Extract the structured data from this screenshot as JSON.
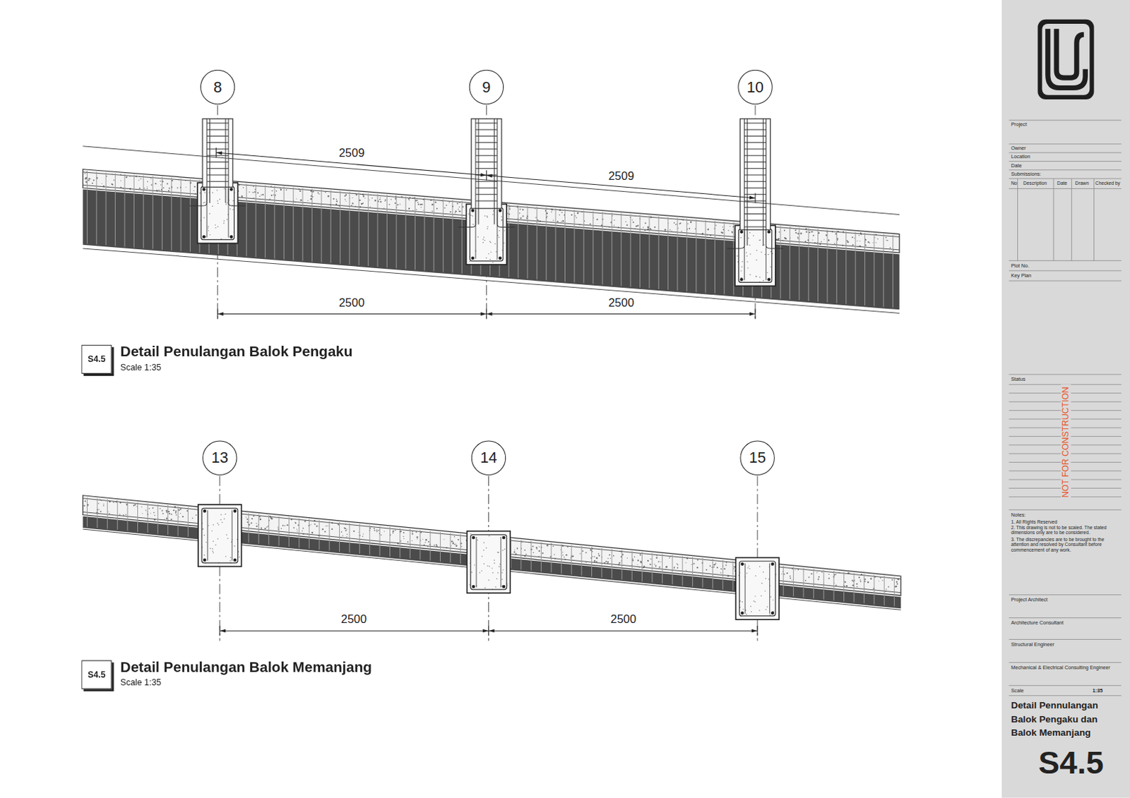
{
  "diagram": {
    "nodes": [
      {
        "text": [
          "8"
        ]
      },
      {
        "text": [
          "9"
        ]
      },
      {
        "text": [
          "10"
        ]
      },
      {
        "text": [
          "S4.5",
          "Detail Penulangan Balok Pengaku",
          "Scale 1:35"
        ]
      },
      {
        "text": [
          "13"
        ]
      },
      {
        "text": [
          "14"
        ]
      },
      {
        "text": [
          "15"
        ]
      },
      {
        "text": [
          "S4.5",
          "Detail Penulangan Balok Memanjang",
          "Scale 1:35"
        ]
      }
    ],
    "labels": [
      "2509",
      "2509",
      "2500",
      "2500",
      "2500",
      "2500",
      "Project",
      "Owner",
      "Location",
      "Date",
      "Submissions:",
      "No",
      "Description",
      "Date",
      "Drawn",
      "Checked by",
      "Plot No.",
      "Key Plan",
      "Status",
      "NOT FOR CONSTRUCTION",
      "Notes:",
      "1. All Rights Reserved",
      "2. This drawing is not to be scaled. The stated dimensions only are to be considered.",
      "3. The discrepancies are to be brought to the attention and resolved by Consultant before commencement of any work.",
      "Project Architect",
      "Architecture Consultant",
      "Structural Engineer",
      "Mechanical & Electrical Consulting Engineer",
      "Scale",
      "1:35",
      "Detail Pennulangan Balok Pengaku dan Balok Memanjang",
      "S4.5"
    ]
  }
}
